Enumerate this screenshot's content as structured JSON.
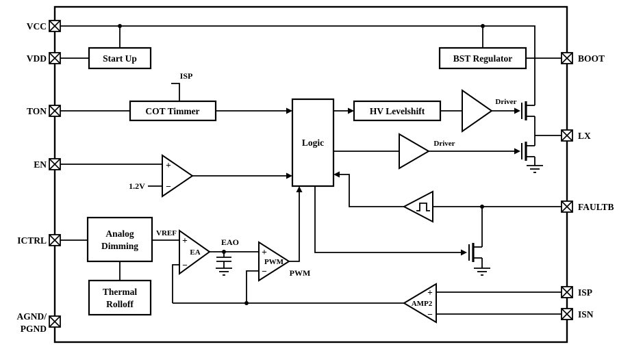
{
  "pins_left": {
    "vcc": "VCC",
    "vdd": "VDD",
    "ton": "TON",
    "en": "EN",
    "ictrl": "ICTRL",
    "agnd_line1": "AGND/",
    "agnd_line2": "PGND"
  },
  "pins_right": {
    "boot": "BOOT",
    "lx": "LX",
    "faultb": "FAULTB",
    "isp": "ISP",
    "isn": "ISN"
  },
  "blocks": {
    "start_up": "Start Up",
    "cot_timer": "COT Timmer",
    "bst_regulator": "BST Regulator",
    "hv_levelshift": "HV Levelshift",
    "logic": "Logic",
    "analog_dimming_line1": "Analog",
    "analog_dimming_line2": "Dimming",
    "thermal_rolloff_line1": "Thermal",
    "thermal_rolloff_line2": "Rolloff"
  },
  "amplifiers": {
    "ea": "EA",
    "pwm": "PWM",
    "amp2": "AMP2",
    "driver_top": "Driver",
    "driver_bottom": "Driver"
  },
  "net_labels": {
    "isp_sense": "ISP",
    "vref": "VREF",
    "eao": "EAO",
    "pwm_output": "PWM",
    "ref_1p2v": "1.2V"
  },
  "symbols": {
    "plus": "+",
    "minus": "−"
  },
  "colors": {
    "line": "#000000",
    "background": "#ffffff"
  }
}
